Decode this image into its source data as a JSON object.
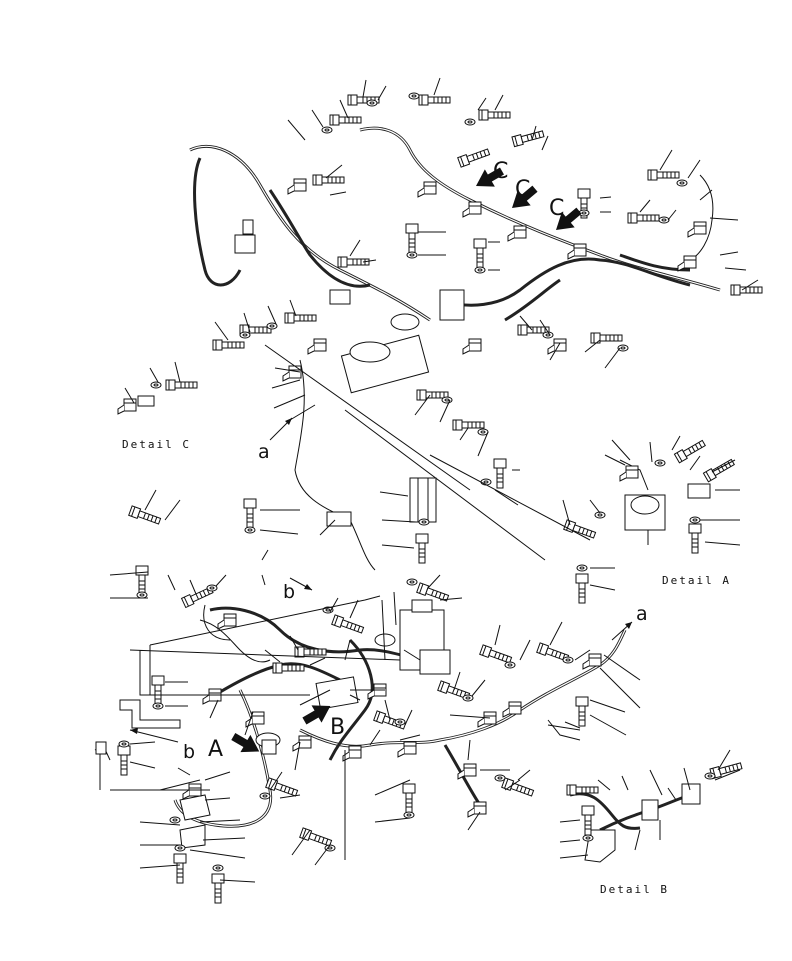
{
  "labels": {
    "detail_c": "Detail C",
    "detail_a": "Detail A",
    "detail_b": "Detail B",
    "callout_a_upper": "a",
    "callout_a_right": "a",
    "callout_b_small_upper": "b",
    "callout_b_small_lower": "b",
    "callout_A": "A",
    "callout_B": "B",
    "callout_C1": "C",
    "callout_C2": "C",
    "callout_C3": "C"
  }
}
